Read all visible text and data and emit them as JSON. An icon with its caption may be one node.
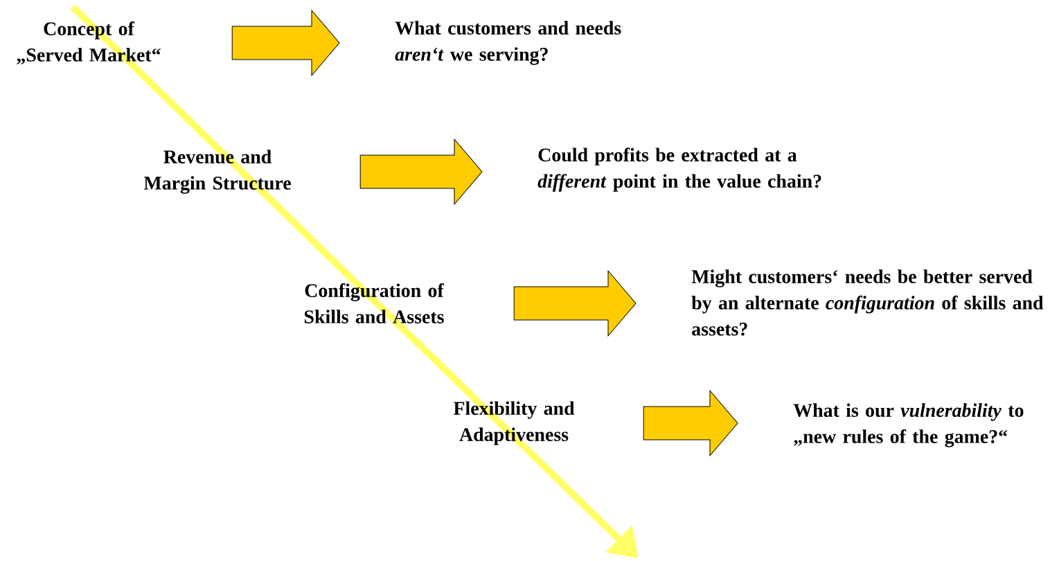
{
  "diagram": {
    "nodes": [
      {
        "text": [
          "Concept of „Served Market“"
        ]
      },
      {
        "text": [
          "What customers and needs *aren‘t* we serving?"
        ]
      },
      {
        "text": [
          "Revenue and Margin Structure"
        ]
      },
      {
        "text": [
          "Could profits be extracted at a *different* point in the value chain?"
        ]
      },
      {
        "text": [
          "Configuration of Skills and Assets"
        ]
      },
      {
        "text": [
          "Might customers‘ needs be better served by an alternate *configuration* of skills and assets?"
        ]
      },
      {
        "text": [
          "Flexibility and Adaptiveness"
        ]
      },
      {
        "text": [
          "What is our *vulnerability* to „new rules of the game?“"
        ]
      }
    ],
    "edges": [
      {
        "from": 0,
        "to": 1,
        "arrow": "to"
      },
      {
        "from": 2,
        "to": 3,
        "arrow": "to"
      },
      {
        "from": 4,
        "to": 5,
        "arrow": "to"
      },
      {
        "from": 6,
        "to": 7,
        "arrow": "to"
      }
    ]
  }
}
